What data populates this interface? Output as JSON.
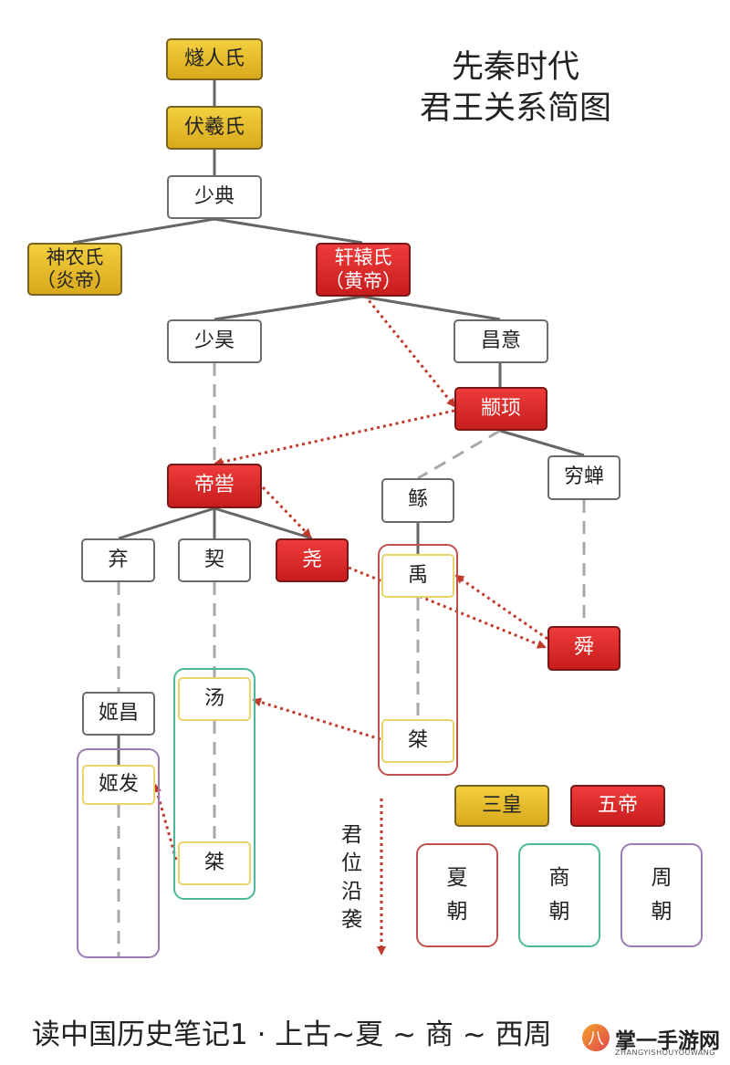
{
  "title": {
    "line1": "先秦时代",
    "line2": "君王关系简图"
  },
  "nodes": {
    "suiren": "燧人氏",
    "fuxi": "伏羲氏",
    "shaodian": "少典",
    "shennong_1": "神农氏",
    "shennong_2": "（炎帝）",
    "xuanyuan_1": "轩辕氏",
    "xuanyuan_2": "（黄帝）",
    "shaohao": "少昊",
    "changyi": "昌意",
    "zhuanxu": "颛顼",
    "diku": "帝喾",
    "gun": "鲧",
    "qiongchan": "穷蝉",
    "qi_zhou": "弃",
    "xie": "契",
    "yao": "尧",
    "yu": "禹",
    "shun": "舜",
    "jichang": "姬昌",
    "tang": "汤",
    "jie_xia": "桀",
    "jifa": "姬发",
    "jie_shang": "桀"
  },
  "legend": {
    "san_huang": "三皇",
    "wu_di": "五帝",
    "succession": [
      "君",
      "位",
      "沿",
      "袭"
    ],
    "xia": [
      "夏",
      "朝"
    ],
    "shang": [
      "商",
      "朝"
    ],
    "zhou": [
      "周",
      "朝"
    ]
  },
  "colors": {
    "san_huang": "#e0b427",
    "wu_di": "#d92626",
    "xia_group": "#c0504d",
    "shang_group": "#4bb89a",
    "zhou_group": "#9b7bb5",
    "arrow": "#c0392b"
  },
  "footer": "读中国历史笔记1 · 上古~夏 ~ 商 ~ 西周",
  "watermark": {
    "icon": "八",
    "name": "掌一手游网",
    "sub": "ZHANGYISHOUYOUWANG"
  }
}
